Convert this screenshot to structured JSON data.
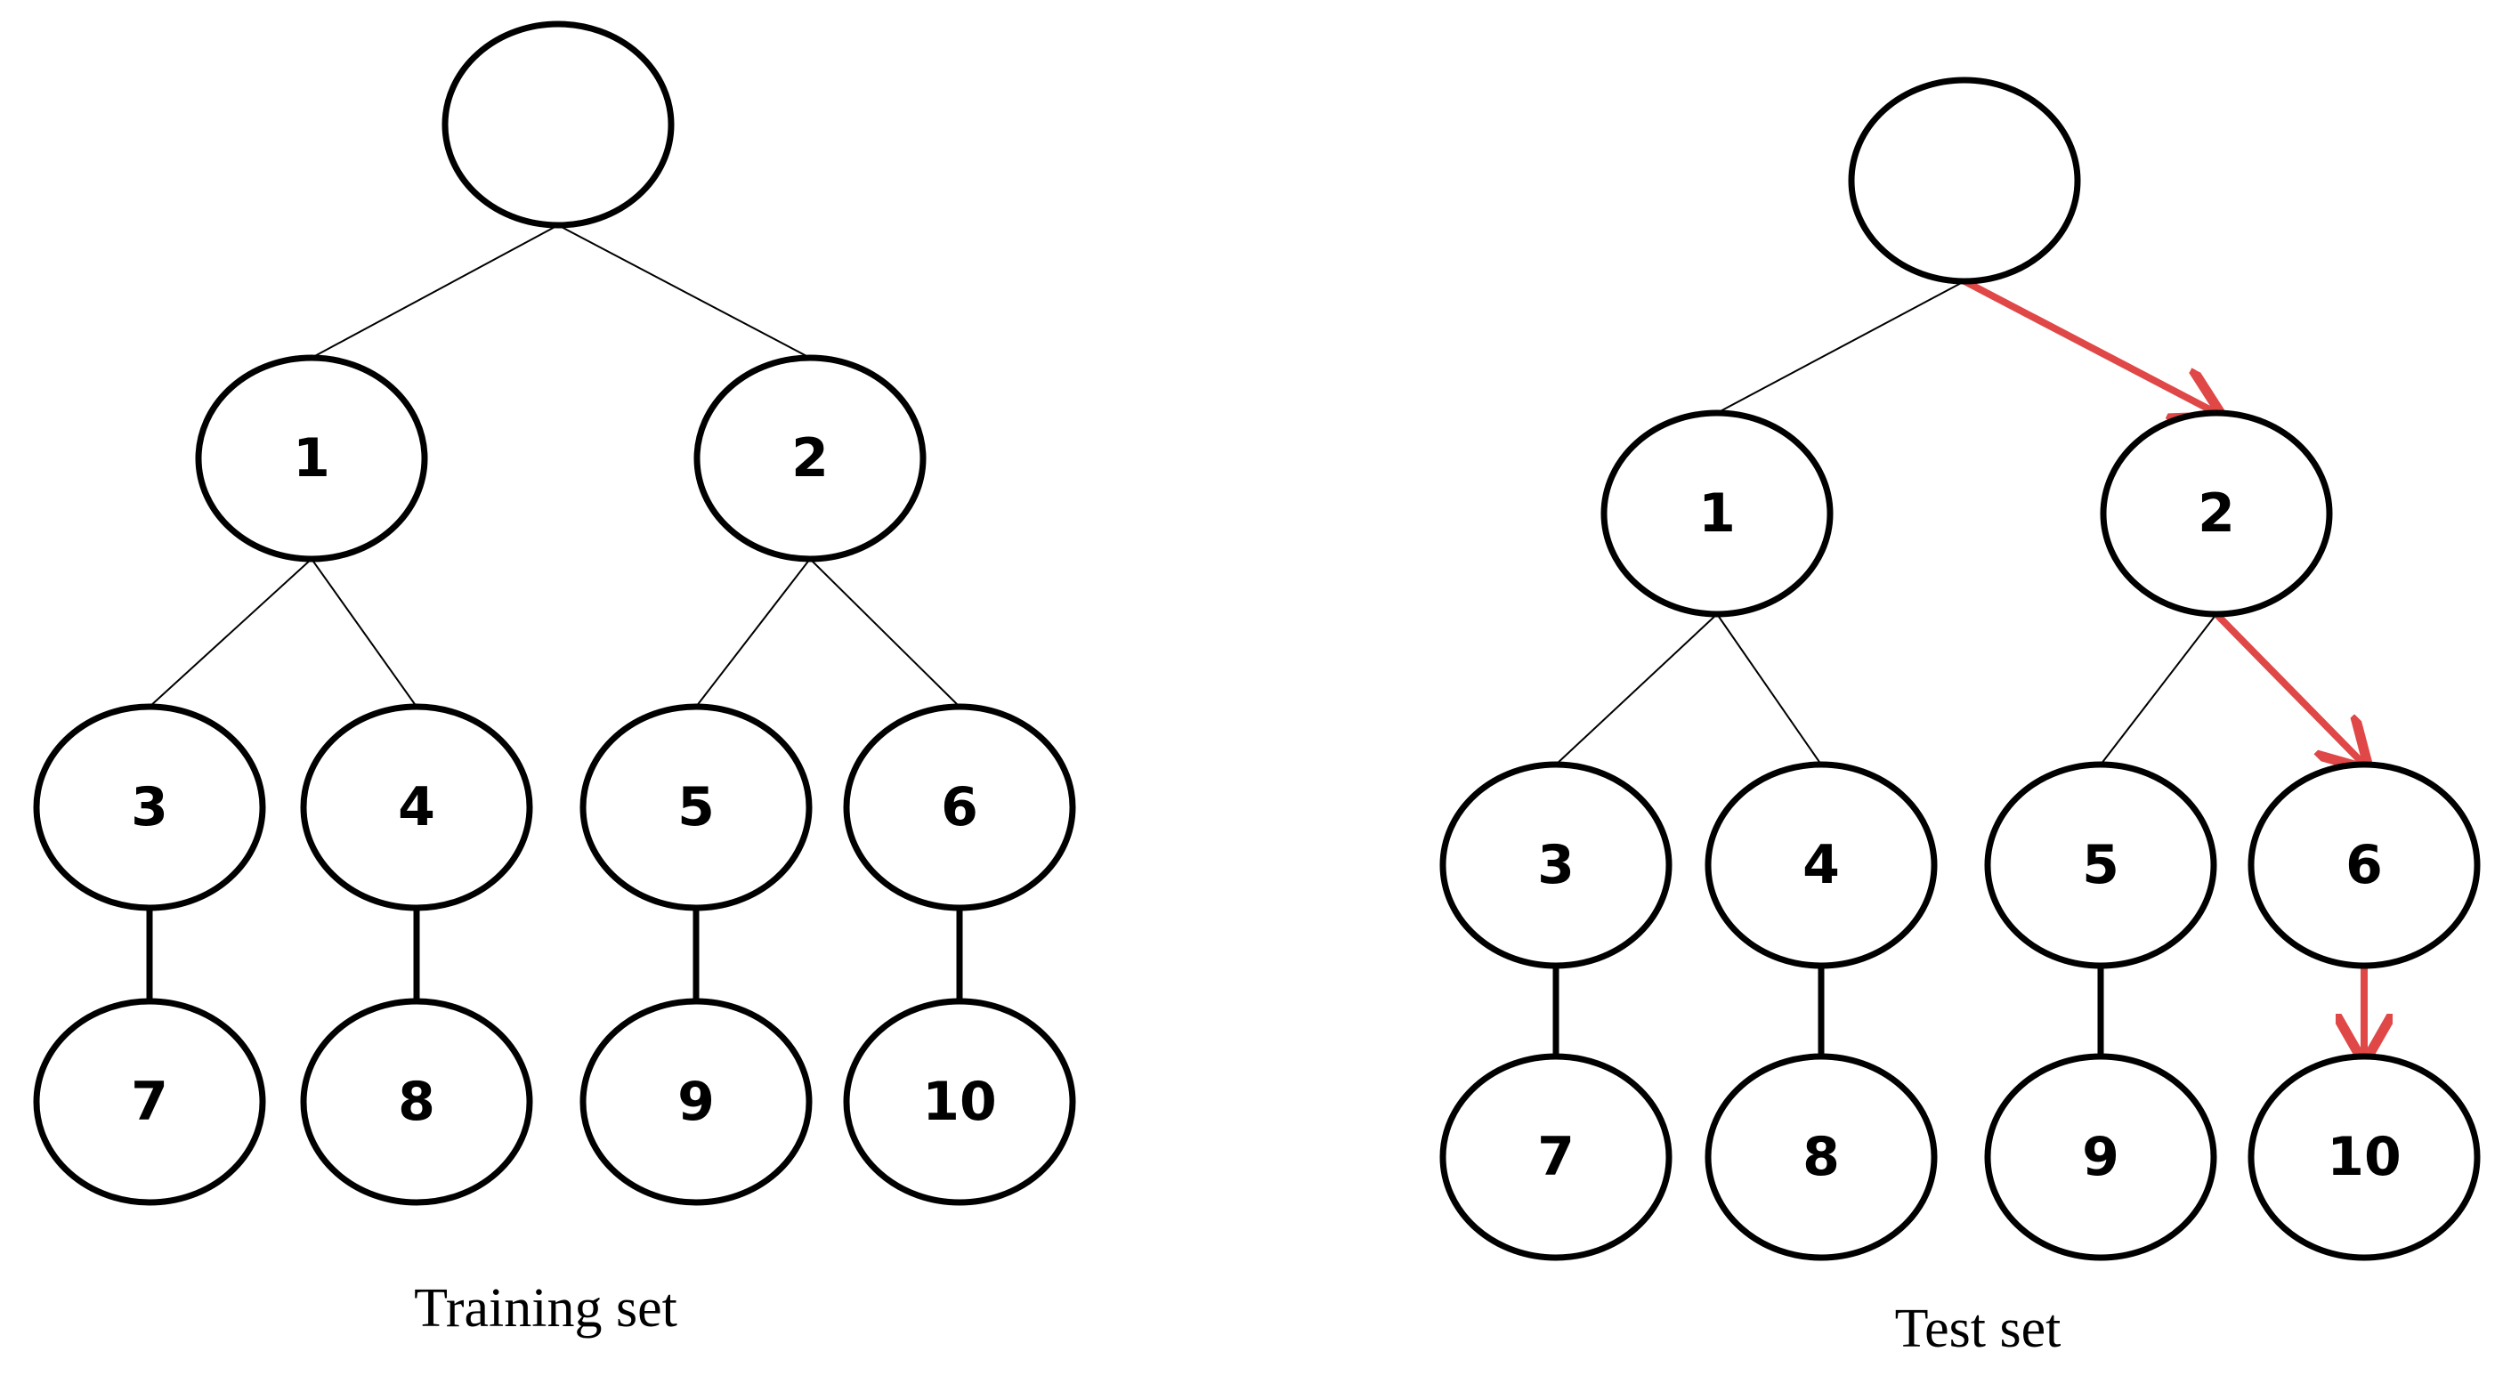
{
  "colors": {
    "node_stroke": "#000000",
    "edge": "#000000",
    "highlight_path": "#e04848"
  },
  "trees": [
    {
      "id": "training",
      "caption": "Training set",
      "nodes": [
        {
          "id": "root",
          "label": ""
        },
        {
          "id": "n1",
          "label": "1"
        },
        {
          "id": "n2",
          "label": "2"
        },
        {
          "id": "n3",
          "label": "3"
        },
        {
          "id": "n4",
          "label": "4"
        },
        {
          "id": "n5",
          "label": "5"
        },
        {
          "id": "n6",
          "label": "6"
        },
        {
          "id": "n7",
          "label": "7"
        },
        {
          "id": "n8",
          "label": "8"
        },
        {
          "id": "n9",
          "label": "9"
        },
        {
          "id": "n10",
          "label": "10"
        }
      ],
      "edges": [
        [
          "root",
          "n1"
        ],
        [
          "root",
          "n2"
        ],
        [
          "n1",
          "n3"
        ],
        [
          "n1",
          "n4"
        ],
        [
          "n2",
          "n5"
        ],
        [
          "n2",
          "n6"
        ],
        [
          "n3",
          "n7"
        ],
        [
          "n4",
          "n8"
        ],
        [
          "n5",
          "n9"
        ],
        [
          "n6",
          "n10"
        ]
      ],
      "highlighted_path": []
    },
    {
      "id": "test",
      "caption": "Test set",
      "nodes": [
        {
          "id": "root",
          "label": ""
        },
        {
          "id": "n1",
          "label": "1"
        },
        {
          "id": "n2",
          "label": "2"
        },
        {
          "id": "n3",
          "label": "3"
        },
        {
          "id": "n4",
          "label": "4"
        },
        {
          "id": "n5",
          "label": "5"
        },
        {
          "id": "n6",
          "label": "6"
        },
        {
          "id": "n7",
          "label": "7"
        },
        {
          "id": "n8",
          "label": "8"
        },
        {
          "id": "n9",
          "label": "9"
        },
        {
          "id": "n10",
          "label": "10"
        }
      ],
      "edges": [
        [
          "root",
          "n1"
        ],
        [
          "root",
          "n2"
        ],
        [
          "n1",
          "n3"
        ],
        [
          "n1",
          "n4"
        ],
        [
          "n2",
          "n5"
        ],
        [
          "n2",
          "n6"
        ],
        [
          "n3",
          "n7"
        ],
        [
          "n4",
          "n8"
        ],
        [
          "n5",
          "n9"
        ],
        [
          "n6",
          "n10"
        ]
      ],
      "highlighted_path": [
        "root",
        "n2",
        "n6",
        "n10"
      ]
    }
  ]
}
